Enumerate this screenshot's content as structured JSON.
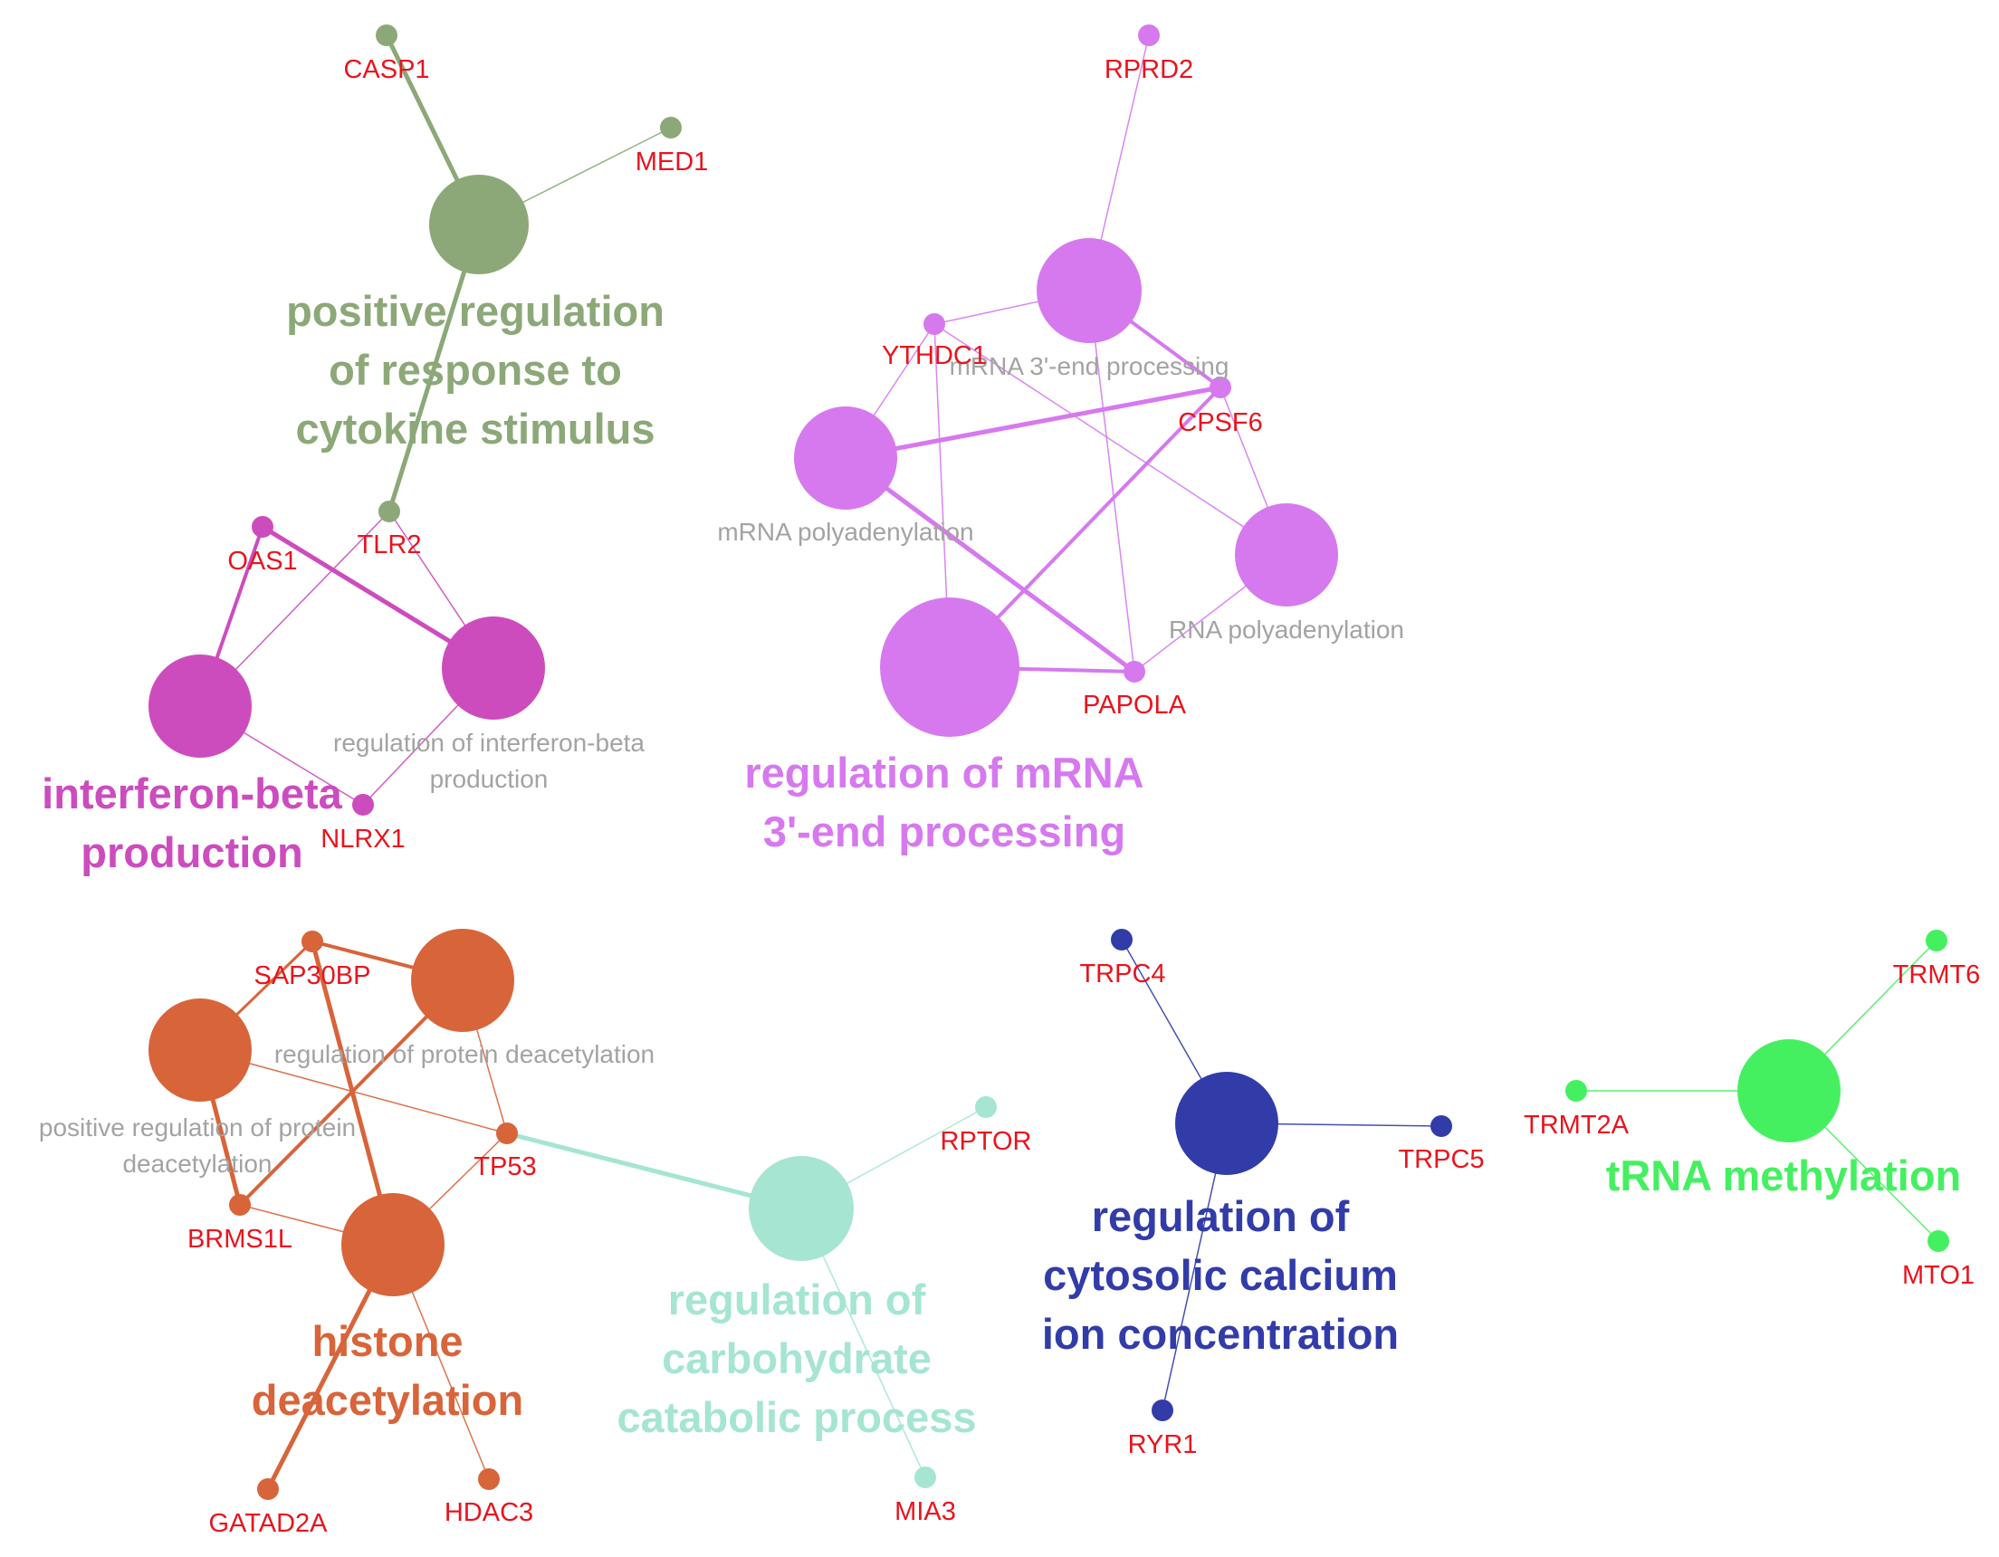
{
  "colors": {
    "gene_label": "#e8141e",
    "term_label": "#a3a3a3",
    "cytokine": "#8ca878",
    "ifn": "#cc4cbe",
    "mrna": "#d679ef",
    "histone": "#d8643a",
    "carbo": "#a5e5d2",
    "calcium": "#323ca8",
    "trna": "#45f060"
  },
  "clusters": [
    {
      "id": "cytokine",
      "lines": [
        "positive regulation",
        "of response to",
        "cytokine stimulus"
      ]
    },
    {
      "id": "ifn",
      "lines": [
        "interferon-beta",
        "production"
      ]
    },
    {
      "id": "mrna",
      "lines": [
        "regulation of mRNA",
        "3'-end processing"
      ]
    },
    {
      "id": "histone",
      "lines": [
        "histone",
        "deacetylation"
      ]
    },
    {
      "id": "carbo",
      "lines": [
        "regulation of",
        "carbohydrate",
        "catabolic process"
      ]
    },
    {
      "id": "calcium",
      "lines": [
        "regulation of",
        "cytosolic calcium",
        "ion concentration"
      ]
    },
    {
      "id": "trna",
      "lines": [
        "tRNA methylation"
      ]
    }
  ],
  "terms": [
    {
      "id": "t_cyto",
      "cluster": "cytokine",
      "label": ""
    },
    {
      "id": "t_ifn1",
      "cluster": "ifn",
      "label": ""
    },
    {
      "id": "t_ifn2",
      "cluster": "ifn",
      "label": "regulation of interferon-beta production"
    },
    {
      "id": "t_m1",
      "cluster": "mrna",
      "label": "mRNA 3'-end processing"
    },
    {
      "id": "t_m2",
      "cluster": "mrna",
      "label": "mRNA polyadenylation"
    },
    {
      "id": "t_m3",
      "cluster": "mrna",
      "label": "RNA polyadenylation"
    },
    {
      "id": "t_m4",
      "cluster": "mrna",
      "label": ""
    },
    {
      "id": "t_h1",
      "cluster": "histone",
      "label": "positive regulation of protein deacetylation"
    },
    {
      "id": "t_h2",
      "cluster": "histone",
      "label": "regulation of protein deacetylation"
    },
    {
      "id": "t_h3",
      "cluster": "histone",
      "label": ""
    },
    {
      "id": "t_carbo",
      "cluster": "carbo",
      "label": ""
    },
    {
      "id": "t_ca",
      "cluster": "calcium",
      "label": ""
    },
    {
      "id": "t_trna",
      "cluster": "trna",
      "label": ""
    }
  ],
  "genes": [
    {
      "id": "CASP1",
      "cluster": "cytokine"
    },
    {
      "id": "MED1",
      "cluster": "cytokine"
    },
    {
      "id": "TLR2",
      "cluster": "cytokine"
    },
    {
      "id": "OAS1",
      "cluster": "ifn"
    },
    {
      "id": "NLRX1",
      "cluster": "ifn"
    },
    {
      "id": "RPRD2",
      "cluster": "mrna"
    },
    {
      "id": "YTHDC1",
      "cluster": "mrna"
    },
    {
      "id": "CPSF6",
      "cluster": "mrna"
    },
    {
      "id": "PAPOLA",
      "cluster": "mrna"
    },
    {
      "id": "SAP30BP",
      "cluster": "histone"
    },
    {
      "id": "TP53",
      "cluster": "histone"
    },
    {
      "id": "BRMS1L",
      "cluster": "histone"
    },
    {
      "id": "GATAD2A",
      "cluster": "histone"
    },
    {
      "id": "HDAC3",
      "cluster": "histone"
    },
    {
      "id": "RPTOR",
      "cluster": "carbo"
    },
    {
      "id": "MIA3",
      "cluster": "carbo"
    },
    {
      "id": "TRPC4",
      "cluster": "calcium"
    },
    {
      "id": "TRPC5",
      "cluster": "calcium"
    },
    {
      "id": "RYR1",
      "cluster": "calcium"
    },
    {
      "id": "TRMT6",
      "cluster": "trna"
    },
    {
      "id": "TRMT2A",
      "cluster": "trna"
    },
    {
      "id": "MTO1",
      "cluster": "trna"
    }
  ],
  "edges": [
    [
      "t_cyto",
      "CASP1"
    ],
    [
      "t_cyto",
      "MED1"
    ],
    [
      "t_cyto",
      "TLR2"
    ],
    [
      "t_ifn1",
      "OAS1"
    ],
    [
      "t_ifn1",
      "TLR2"
    ],
    [
      "t_ifn1",
      "NLRX1"
    ],
    [
      "t_ifn2",
      "OAS1"
    ],
    [
      "t_ifn2",
      "TLR2"
    ],
    [
      "t_ifn2",
      "NLRX1"
    ],
    [
      "t_m1",
      "RPRD2"
    ],
    [
      "t_m1",
      "YTHDC1"
    ],
    [
      "t_m1",
      "CPSF6"
    ],
    [
      "t_m1",
      "PAPOLA"
    ],
    [
      "t_m2",
      "YTHDC1"
    ],
    [
      "t_m2",
      "CPSF6"
    ],
    [
      "t_m2",
      "PAPOLA"
    ],
    [
      "t_m3",
      "YTHDC1"
    ],
    [
      "t_m3",
      "CPSF6"
    ],
    [
      "t_m3",
      "PAPOLA"
    ],
    [
      "t_m4",
      "YTHDC1"
    ],
    [
      "t_m4",
      "CPSF6"
    ],
    [
      "t_m4",
      "PAPOLA"
    ],
    [
      "t_h1",
      "SAP30BP"
    ],
    [
      "t_h1",
      "TP53"
    ],
    [
      "t_h1",
      "BRMS1L"
    ],
    [
      "t_h2",
      "SAP30BP"
    ],
    [
      "t_h2",
      "TP53"
    ],
    [
      "t_h2",
      "BRMS1L"
    ],
    [
      "t_h3",
      "SAP30BP"
    ],
    [
      "t_h3",
      "TP53"
    ],
    [
      "t_h3",
      "BRMS1L"
    ],
    [
      "t_h3",
      "GATAD2A"
    ],
    [
      "t_h3",
      "HDAC3"
    ],
    [
      "t_carbo",
      "TP53"
    ],
    [
      "t_carbo",
      "RPTOR"
    ],
    [
      "t_carbo",
      "MIA3"
    ],
    [
      "t_ca",
      "TRPC4"
    ],
    [
      "t_ca",
      "TRPC5"
    ],
    [
      "t_ca",
      "RYR1"
    ],
    [
      "t_trna",
      "TRMT6"
    ],
    [
      "t_trna",
      "TRMT2A"
    ],
    [
      "t_trna",
      "MTO1"
    ]
  ]
}
